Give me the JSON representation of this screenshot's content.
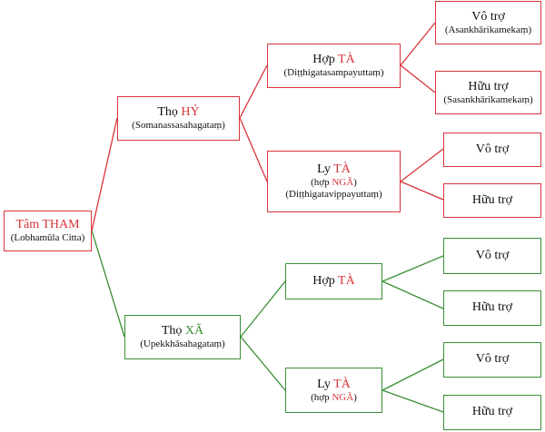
{
  "colors": {
    "red": "#d9343b",
    "green": "#3a8f35"
  },
  "root": {
    "main": "Tâm THAM",
    "sub": "(Lobhamūla Citta)"
  },
  "tho_hy": {
    "prefix": "Thọ ",
    "highlight": "HỶ",
    "sub": "(Somanassasahagataṃ)"
  },
  "hy_hop_ta": {
    "prefix": "Hợp ",
    "highlight": "TÀ",
    "sub": "(Diṭṭhigatasampayuttaṃ)"
  },
  "hy_ly_ta": {
    "prefix": "Ly ",
    "highlight": "TÀ",
    "sub1_prefix": "(hợp ",
    "sub1_highlight": "NGÃ",
    "sub1_suffix": ")",
    "sub2": "(Diṭṭhigatavippayuttaṃ)"
  },
  "hy_hop_vo": {
    "main": "Vô trợ",
    "sub": "(Asankhārikamekaṃ)"
  },
  "hy_hop_huu": {
    "main": "Hữu trợ",
    "sub": "(Sasankhārikamekaṃ)"
  },
  "hy_ly_vo": {
    "main": "Vô trợ"
  },
  "hy_ly_huu": {
    "main": "Hữu trợ"
  },
  "tho_xa": {
    "prefix": "Thọ ",
    "highlight": "XÃ",
    "sub": "(Upekkhāsahagataṃ)"
  },
  "xa_hop_ta": {
    "prefix": "Hợp ",
    "highlight": "TÀ"
  },
  "xa_ly_ta": {
    "prefix": "Ly ",
    "highlight": "TÀ",
    "sub1_prefix": "(hợp ",
    "sub1_highlight": "NGÃ",
    "sub1_suffix": ")"
  },
  "xa_hop_vo": {
    "main": "Vô trợ"
  },
  "xa_hop_huu": {
    "main": "Hữu trợ"
  },
  "xa_ly_vo": {
    "main": "Vô trợ"
  },
  "xa_ly_huu": {
    "main": "Hữu trợ"
  }
}
